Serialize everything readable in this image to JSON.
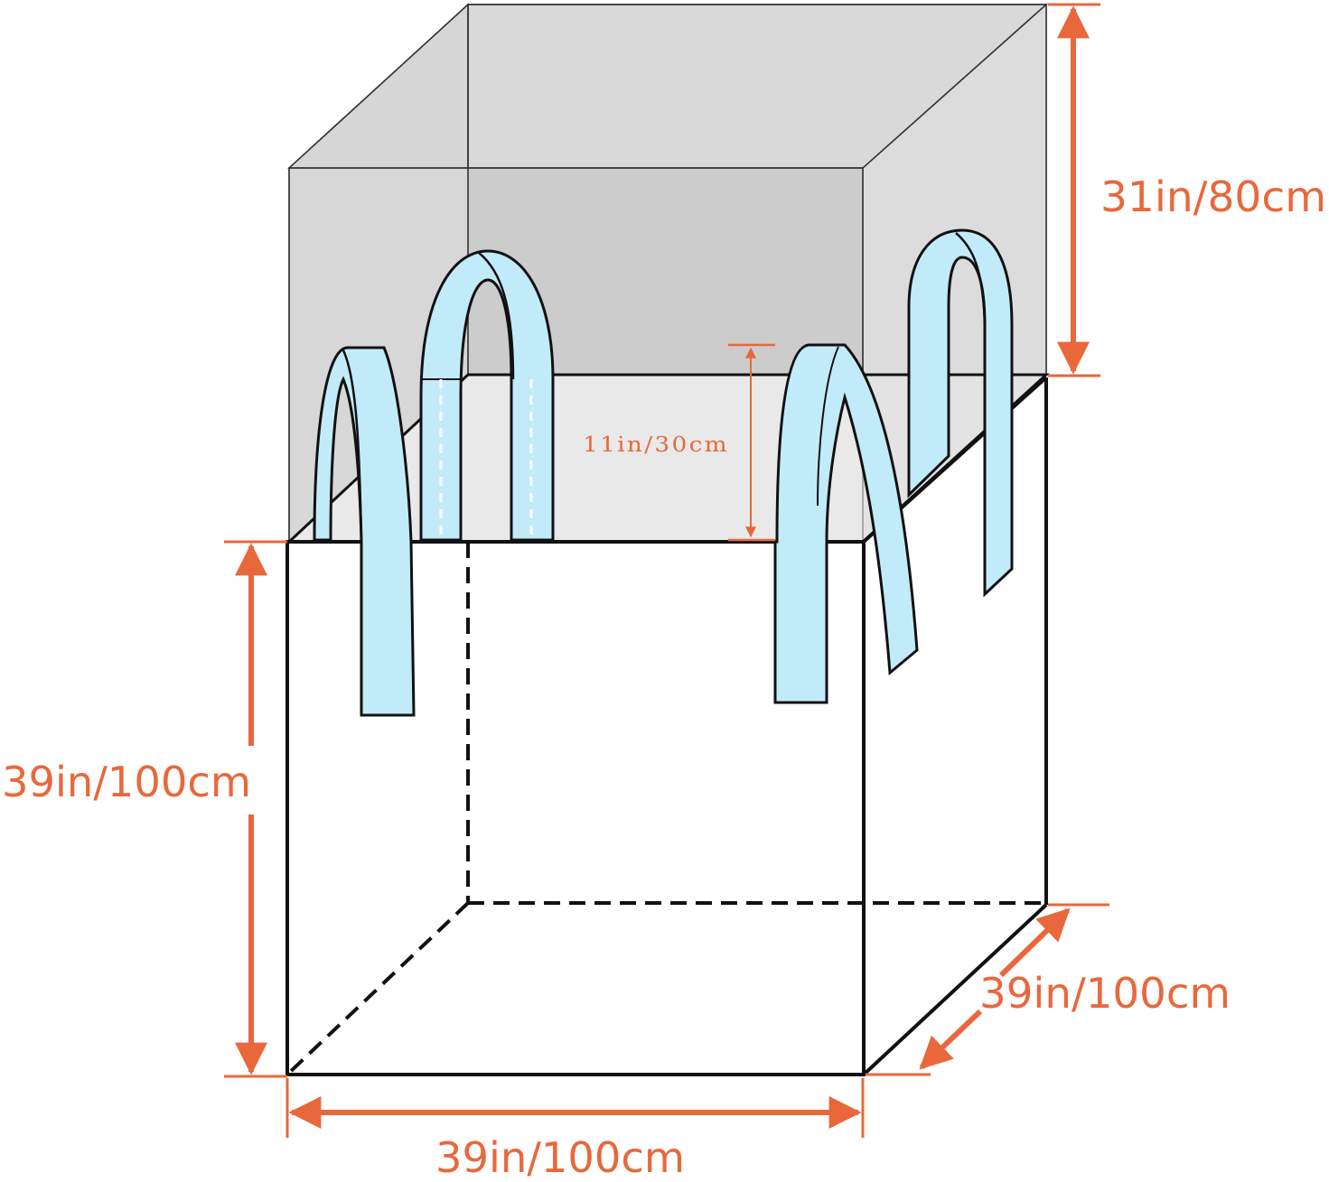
{
  "dimensions": {
    "top_height": "31in/80cm",
    "body_height": "39in/100cm",
    "width": "39in/100cm",
    "depth": "39in/100cm",
    "handle_height": "11in/30cm"
  },
  "colors": {
    "dimension": "#e8683c",
    "handle_fill": "#c2ebfa",
    "outline": "#111111",
    "top_panel": "#d9d9d9",
    "top_back_panel": "#bfbfbf"
  }
}
